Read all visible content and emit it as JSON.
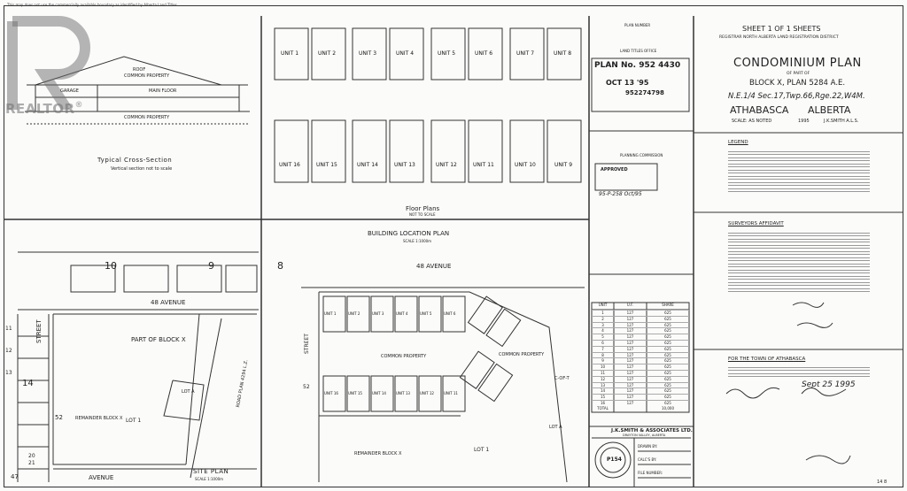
{
  "header_strip": "This map does not use the commercially available boundary as identified by Alberta Land Titles",
  "brand": {
    "logo_text": "REALTOR",
    "trademark": "®"
  },
  "cross_section": {
    "title": "Typical Cross-Section",
    "note": "Vertical section not to scale",
    "roof_label": "ROOF",
    "roof_sub": "COMMON PROPERTY",
    "main_floor": "MAIN FLOOR",
    "garage": "GARAGE",
    "common": "COMMON PROPERTY"
  },
  "floor_plans": {
    "title": "Floor Plans",
    "note": "NOT TO SCALE",
    "top_units": [
      "UNIT 1",
      "UNIT 2",
      "UNIT 3",
      "UNIT 4",
      "UNIT 5",
      "UNIT 6",
      "UNIT 7",
      "UNIT 8"
    ],
    "bottom_units": [
      "UNIT 16",
      "UNIT 15",
      "UNIT 14",
      "UNIT 13",
      "UNIT 12",
      "UNIT 11",
      "UNIT 10",
      "UNIT 9"
    ]
  },
  "plan_number": {
    "header": "PLAN NUMBER",
    "office": "LAND TITLES OFFICE",
    "plan_no": "PLAN No. 952 4430",
    "date": "OCT 13 '95",
    "instrument": "952274798"
  },
  "planning_commission": {
    "header": "PLANNING COMMISSION",
    "stamp": "APPROVED",
    "number": "95-P-258 Oct/95"
  },
  "title_block": {
    "sheet": "SHEET 1 OF 1 SHEETS",
    "registrar": "REGISTRAR NORTH ALBERTA LAND REGISTRATION DISTRICT",
    "title": "CONDOMINIUM PLAN",
    "of_part": "OF PART OF",
    "block": "BLOCK X, PLAN 5284 A.E.",
    "location": "N.E.1/4 Sec.17,Twp.66,Rge.22,W4M.",
    "town": "ATHABASCA",
    "province": "ALBERTA",
    "scale": "SCALE: AS NOTED",
    "year": "1995",
    "surveyor": "J.K.SMITH A.L.S."
  },
  "legend": {
    "header": "LEGEND"
  },
  "surveyors_affidavit": {
    "header": "SURVEYORS AFFIDAVIT"
  },
  "town_section": {
    "header": "FOR THE TOWN OF ATHABASCA",
    "signed_date": "Sept 25 1995"
  },
  "site_plan": {
    "title": "SITE PLAN",
    "scale": "SCALE 1:1000m",
    "avenue_top": "48 AVENUE",
    "avenue_bottom": "AVENUE",
    "avenue_bottom_no": "47",
    "street": "STREET",
    "street_no": "52",
    "lots": [
      "10",
      "9",
      "8"
    ],
    "block_x": "PART OF BLOCK X",
    "lot1": "LOT 1",
    "lot_a": "LOT A",
    "remainder": "REMAINDER BLOCK X",
    "row_labels": [
      "11",
      "12",
      "13",
      "14",
      "20",
      "21"
    ],
    "road": "ROAD PLAN 4294 L.Z."
  },
  "building_location": {
    "title": "BUILDING LOCATION PLAN",
    "scale": "SCALE 1:1000m",
    "avenue": "48 AVENUE",
    "street": "STREET",
    "street_no": "52",
    "common": "COMMON PROPERTY",
    "lot1": "LOT 1",
    "lot_a": "LOT A",
    "remainder": "REMAINDER BLOCK X",
    "cof": "C-OF-T",
    "units_top": [
      "UNIT 1",
      "UNIT 2",
      "UNIT 3",
      "UNIT 4",
      "UNIT 5",
      "UNIT 6"
    ],
    "units_bottom": [
      "UNIT 16",
      "UNIT 15",
      "UNIT 14",
      "UNIT 13",
      "UNIT 12",
      "UNIT 11"
    ]
  },
  "unit_table": {
    "headers": [
      "UNIT",
      "U.F.",
      "SHARE"
    ],
    "rows": [
      [
        "1",
        "127",
        "625"
      ],
      [
        "2",
        "127",
        "625"
      ],
      [
        "3",
        "127",
        "625"
      ],
      [
        "4",
        "127",
        "625"
      ],
      [
        "5",
        "127",
        "625"
      ],
      [
        "6",
        "127",
        "625"
      ],
      [
        "7",
        "127",
        "625"
      ],
      [
        "8",
        "127",
        "625"
      ],
      [
        "9",
        "127",
        "625"
      ],
      [
        "10",
        "127",
        "625"
      ],
      [
        "11",
        "127",
        "625"
      ],
      [
        "12",
        "127",
        "625"
      ],
      [
        "13",
        "127",
        "625"
      ],
      [
        "14",
        "127",
        "625"
      ],
      [
        "15",
        "127",
        "625"
      ],
      [
        "16",
        "127",
        "625"
      ]
    ],
    "total_label": "TOTAL",
    "total": "10,000"
  },
  "surveyor_firm": {
    "name": "J.K.SMITH & ASSOCIATES LTD.",
    "city": "DRAYTON VALLEY, ALBERTA",
    "seal": "P154",
    "drawn_by": "DRAWN BY:",
    "calcs_by": "CALC'S BY:",
    "file": "FILE NUMBER:"
  },
  "corner_mark": "14 8"
}
